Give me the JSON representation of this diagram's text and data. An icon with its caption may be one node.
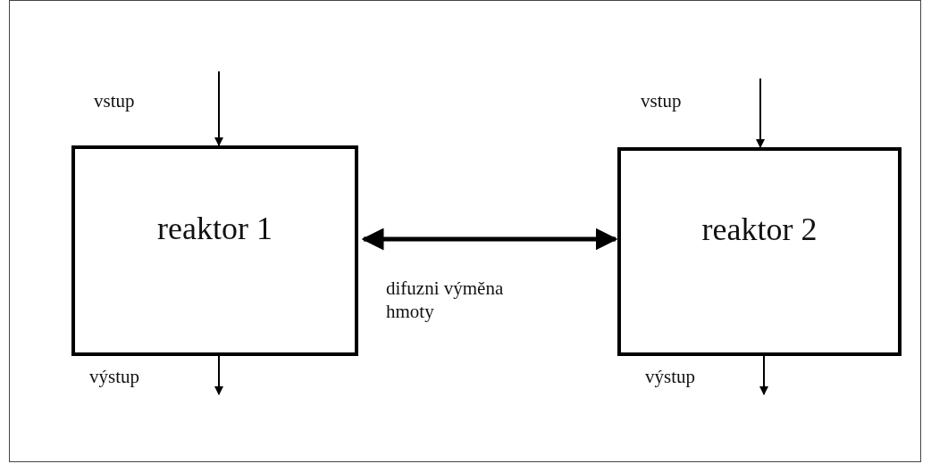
{
  "diagram": {
    "nodes": [
      {
        "text": [
          "reaktor 1"
        ]
      },
      {
        "text": [
          "reaktor 2"
        ]
      }
    ],
    "edges": [
      {
        "from": null,
        "to": 0,
        "arrow": "to",
        "label": "vstup"
      },
      {
        "from": 0,
        "to": null,
        "arrow": "to",
        "label": "výstup"
      },
      {
        "from": null,
        "to": 1,
        "arrow": "to",
        "label": "vstup"
      },
      {
        "from": 1,
        "to": null,
        "arrow": "to",
        "label": "výstup"
      },
      {
        "from": 0,
        "to": 1,
        "arrow": "both",
        "style": "thick",
        "label": "difuzni výměna hmoty"
      }
    ]
  }
}
